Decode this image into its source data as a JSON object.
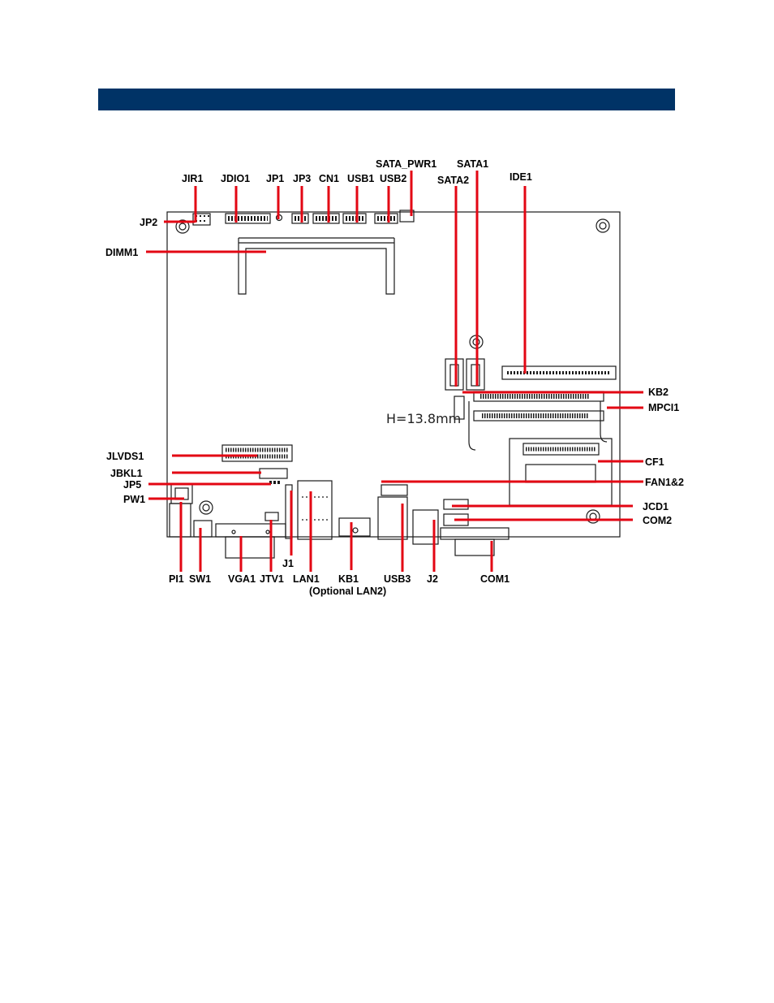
{
  "colors": {
    "header": "#003366",
    "leader": "#e30613",
    "board_outline": "#1a1a1a"
  },
  "header": {
    "text": ""
  },
  "board": {
    "height_note": "H=13.8mm"
  },
  "labels": {
    "jir1": "JIR1",
    "jdio1": "JDIO1",
    "jp1": "JP1",
    "jp3": "JP3",
    "cn1": "CN1",
    "usb1": "USB1",
    "usb2": "USB2",
    "sata_pwr1": "SATA_PWR1",
    "sata1": "SATA1",
    "sata2": "SATA2",
    "ide1": "IDE1",
    "jp2": "JP2",
    "dimm1": "DIMM1",
    "kb2": "KB2",
    "mpci1": "MPCI1",
    "jlvds1": "JLVDS1",
    "jbkl1": "JBKL1",
    "jp5": "JP5",
    "pw1": "PW1",
    "cf1": "CF1",
    "fan1_2": "FAN1&2",
    "jcd1": "JCD1",
    "com2": "COM2",
    "pi1": "PI1",
    "sw1": "SW1",
    "vga1": "VGA1",
    "jtv1": "JTV1",
    "j1": "J1",
    "lan1": "LAN1",
    "kb1": "KB1",
    "usb3": "USB3",
    "j2": "J2",
    "com1": "COM1",
    "optional_lan2": "(Optional LAN2)"
  }
}
